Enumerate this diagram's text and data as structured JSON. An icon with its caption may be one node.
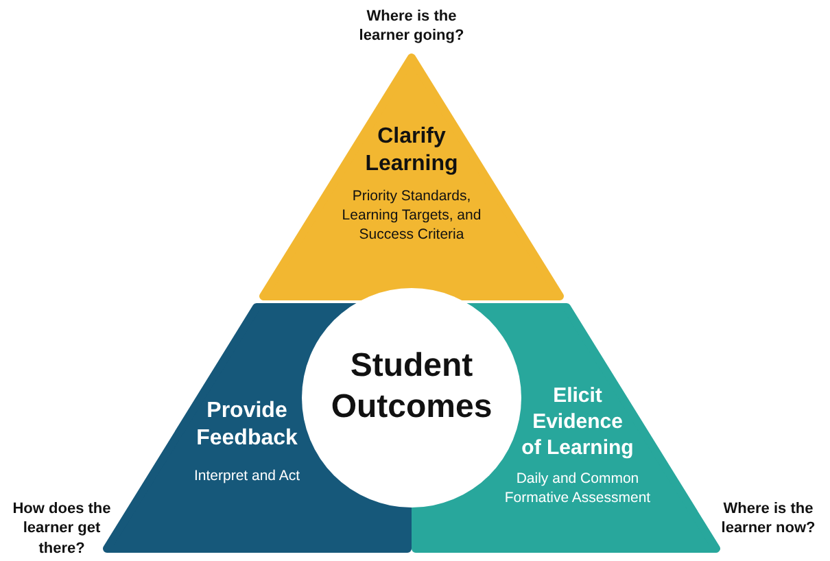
{
  "diagram": {
    "nodes": [
      {
        "text": [
          "Clarify Learning",
          "Priority Standards, Learning Targets, and Success Criteria"
        ],
        "beside": [
          "Where is the learner going?"
        ]
      },
      {
        "text": [
          "Provide Feedback",
          "Interpret and Act"
        ],
        "beside": [
          "How does the learner get there?"
        ]
      },
      {
        "text": [
          "Student Outcomes"
        ]
      },
      {
        "text": [
          "Elicit Evidence of Learning",
          "Daily and Common Formative Assessment"
        ],
        "beside": [
          "Where is the learner now?"
        ]
      }
    ]
  }
}
